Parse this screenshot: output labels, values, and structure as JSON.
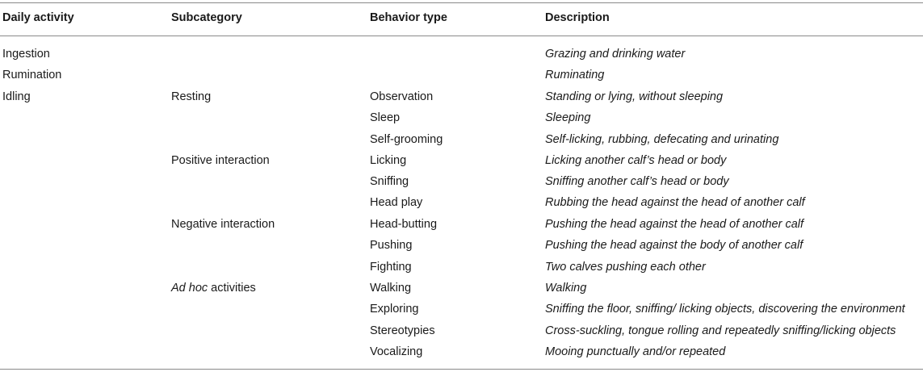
{
  "table": {
    "headers": [
      "Daily activity",
      "Subcategory",
      "Behavior type",
      "Description"
    ],
    "rows": [
      {
        "activity": "Ingestion",
        "subcategory": "",
        "behavior": "",
        "description": "Grazing and drinking water"
      },
      {
        "activity": "Rumination",
        "subcategory": "",
        "behavior": "",
        "description": "Ruminating"
      },
      {
        "activity": "Idling",
        "subcategory": "Resting",
        "behavior": "Observation",
        "description": "Standing or lying, without sleeping"
      },
      {
        "activity": "",
        "subcategory": "",
        "behavior": "Sleep",
        "description": "Sleeping"
      },
      {
        "activity": "",
        "subcategory": "",
        "behavior": "Self-grooming",
        "description": "Self-licking, rubbing, defecating and urinating"
      },
      {
        "activity": "",
        "subcategory": "Positive interaction",
        "behavior": "Licking",
        "description": "Licking another calf’s head or body"
      },
      {
        "activity": "",
        "subcategory": "",
        "behavior": "Sniffing",
        "description": "Sniffing another calf’s head or body"
      },
      {
        "activity": "",
        "subcategory": "",
        "behavior": "Head play",
        "description": "Rubbing the head against the head of another calf"
      },
      {
        "activity": "",
        "subcategory": "Negative interaction",
        "behavior": "Head-butting",
        "description": "Pushing the head against the head of another calf"
      },
      {
        "activity": "",
        "subcategory": "",
        "behavior": "Pushing",
        "description": "Pushing the head against the body of another calf"
      },
      {
        "activity": "",
        "subcategory": "",
        "behavior": "Fighting",
        "description": "Two calves pushing each other"
      },
      {
        "activity": "",
        "subcategory": "",
        "subcategory_italic": "Ad hoc",
        "subcategory_rest": " activities",
        "behavior": "Walking",
        "description": "Walking"
      },
      {
        "activity": "",
        "subcategory": "",
        "behavior": "Exploring",
        "description": "Sniffing the floor, sniffing/ licking objects, discovering the environment"
      },
      {
        "activity": "",
        "subcategory": "",
        "behavior": "Stereotypies",
        "description": "Cross-suckling, tongue rolling and repeatedly sniffing/licking objects"
      },
      {
        "activity": "",
        "subcategory": "",
        "behavior": "Vocalizing",
        "description": "Mooing punctually and/or repeated"
      }
    ]
  }
}
